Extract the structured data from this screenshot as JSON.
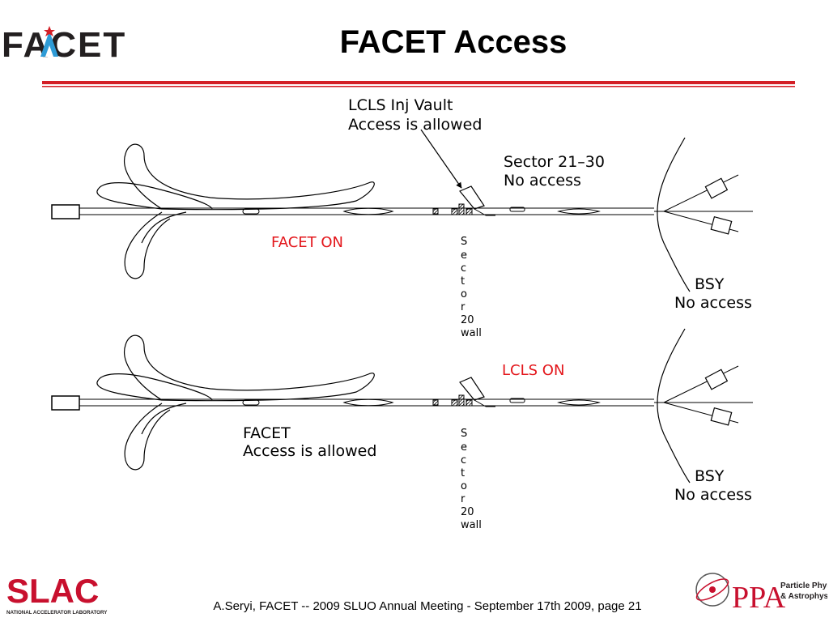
{
  "header": {
    "logo_text": "FACET",
    "title": "FACET Access"
  },
  "colors": {
    "accent_red": "#d31f26",
    "label_red": "#e3161b",
    "ink": "#000000",
    "ppa_red": "#c8102e"
  },
  "diagram": {
    "top_panel": {
      "callout": [
        "LCLS Inj Vault",
        "Access is allowed"
      ],
      "sector_label": [
        "Sector 21–30",
        "No access"
      ],
      "state_label": "FACET ON",
      "wall_label": [
        "S",
        "e",
        "c",
        "t",
        "o",
        "r",
        "20",
        "wall"
      ],
      "bsy_label": [
        "BSY",
        "No access"
      ]
    },
    "bottom_panel": {
      "state_label": "LCLS ON",
      "facet_label": [
        "FACET",
        "Access is allowed"
      ],
      "wall_label": [
        "S",
        "e",
        "c",
        "t",
        "o",
        "r",
        "20",
        "wall"
      ],
      "bsy_label": [
        "BSY",
        "No access"
      ]
    }
  },
  "footer": {
    "slac_logo_text": "SLAC",
    "slac_tagline": "NATIONAL ACCELERATOR LABORATORY",
    "citation": "A.Seryi, FACET  -- 2009 SLUO Annual Meeting - September 17th 2009, page 21",
    "ppa_logo_text": "PPA",
    "ppa_line1": "Particle Physics",
    "ppa_line2": "& Astrophysics"
  }
}
